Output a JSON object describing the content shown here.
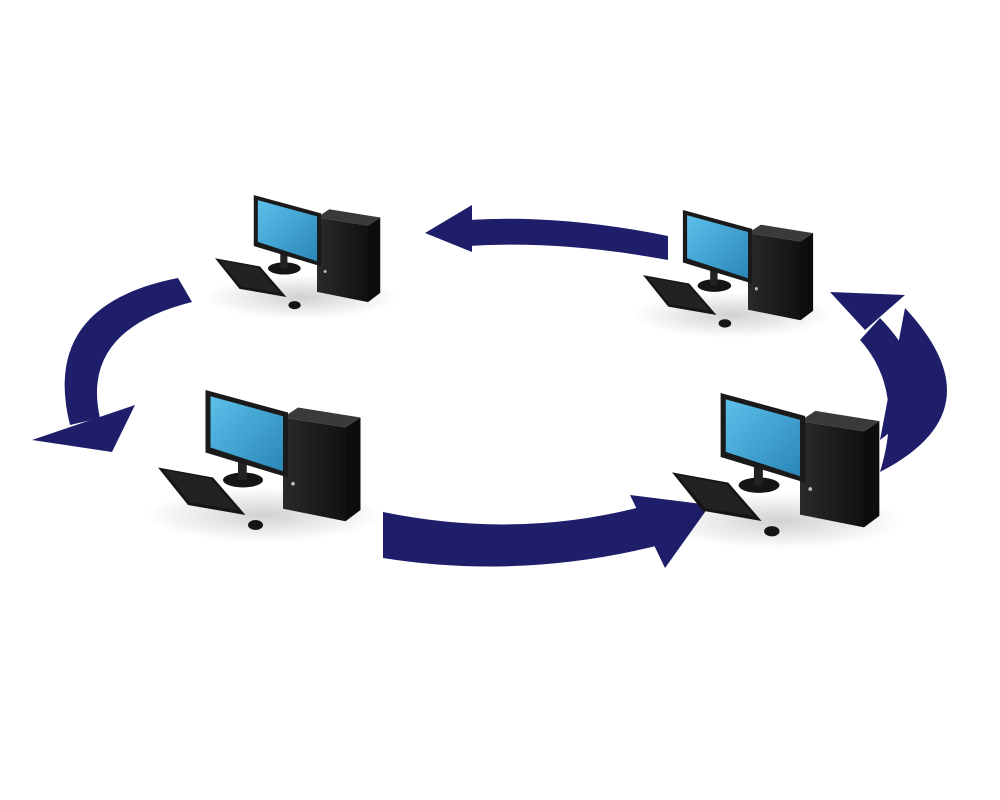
{
  "diagram": {
    "type": "ring-network",
    "nodes": [
      {
        "id": "computer-top-left",
        "icon": "desktop-computer-icon"
      },
      {
        "id": "computer-top-right",
        "icon": "desktop-computer-icon"
      },
      {
        "id": "computer-bottom-right",
        "icon": "desktop-computer-icon"
      },
      {
        "id": "computer-bottom-left",
        "icon": "desktop-computer-icon"
      }
    ],
    "arrows": [
      {
        "from": "computer-top-right",
        "to": "computer-top-left"
      },
      {
        "from": "computer-top-left",
        "to": "computer-bottom-left"
      },
      {
        "from": "computer-bottom-left",
        "to": "computer-bottom-right"
      },
      {
        "from": "computer-bottom-right",
        "to": "computer-top-right"
      }
    ]
  },
  "colors": {
    "arrow": "#1e1e6b",
    "screen": "#3da3d4",
    "hardware": "#1b1b1b",
    "background": "#ffffff"
  }
}
